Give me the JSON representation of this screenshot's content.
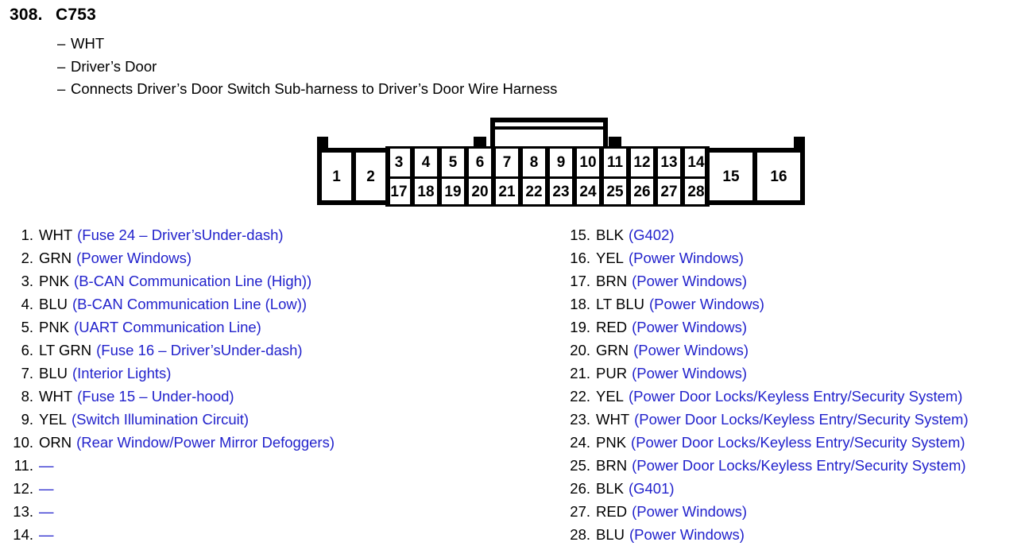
{
  "header": {
    "number": "308.",
    "code": "C753",
    "bullets": [
      "WHT",
      "Driver’s Door",
      "Connects Driver’s Door Switch Sub-harness to Driver’s Door Wire Harness"
    ],
    "dash": "–"
  },
  "connector": {
    "top_row_labels": [
      "3",
      "4",
      "5",
      "6",
      "7",
      "8",
      "9",
      "10",
      "11",
      "12",
      "13",
      "14"
    ],
    "bottom_row_labels": [
      "17",
      "18",
      "19",
      "20",
      "21",
      "22",
      "23",
      "24",
      "25",
      "26",
      "27",
      "28"
    ],
    "left_tall_labels": [
      "1",
      "2"
    ],
    "right_tall_labels": [
      "15",
      "16"
    ],
    "tab_over_pins": [
      "6",
      "11"
    ],
    "latch_spans_pins": [
      "7",
      "8",
      "9",
      "10"
    ],
    "outline_color": "#000000",
    "fill_color": "#ffffff"
  },
  "pins": {
    "left_column": [
      {
        "index": "1.",
        "color": "WHT",
        "desc": "(Fuse 24 – Driver’sUnder-dash)"
      },
      {
        "index": "2.",
        "color": "GRN",
        "desc": "(Power Windows)"
      },
      {
        "index": "3.",
        "color": "PNK",
        "desc": "(B-CAN Communication Line (High))"
      },
      {
        "index": "4.",
        "color": "BLU",
        "desc": "(B-CAN Communication Line (Low))"
      },
      {
        "index": "5.",
        "color": "PNK",
        "desc": "(UART Communication Line)"
      },
      {
        "index": "6.",
        "color": "LT GRN",
        "desc": "(Fuse 16 – Driver’sUnder-dash)"
      },
      {
        "index": "7.",
        "color": "BLU",
        "desc": "(Interior Lights)"
      },
      {
        "index": "8.",
        "color": "WHT",
        "desc": "(Fuse 15 – Under-hood)"
      },
      {
        "index": "9.",
        "color": "YEL",
        "desc": "(Switch Illumination Circuit)"
      },
      {
        "index": "10.",
        "color": "ORN",
        "desc": "(Rear Window/Power Mirror Defoggers)"
      },
      {
        "index": "11.",
        "color": "",
        "desc": "—"
      },
      {
        "index": "12.",
        "color": "",
        "desc": "—"
      },
      {
        "index": "13.",
        "color": "",
        "desc": "—"
      },
      {
        "index": "14.",
        "color": "",
        "desc": "—"
      }
    ],
    "right_column": [
      {
        "index": "15.",
        "color": "BLK",
        "desc": "(G402)"
      },
      {
        "index": "16.",
        "color": "YEL",
        "desc": "(Power Windows)"
      },
      {
        "index": "17.",
        "color": "BRN",
        "desc": "(Power Windows)"
      },
      {
        "index": "18.",
        "color": "LT BLU",
        "desc": "(Power Windows)"
      },
      {
        "index": "19.",
        "color": "RED",
        "desc": "(Power Windows)"
      },
      {
        "index": "20.",
        "color": "GRN",
        "desc": "(Power Windows)"
      },
      {
        "index": "21.",
        "color": "PUR",
        "desc": "(Power Windows)"
      },
      {
        "index": "22.",
        "color": "YEL",
        "desc": "(Power Door Locks/Keyless Entry/Security System)"
      },
      {
        "index": "23.",
        "color": "WHT",
        "desc": "(Power Door Locks/Keyless Entry/Security System)"
      },
      {
        "index": "24.",
        "color": "PNK",
        "desc": "(Power Door Locks/Keyless Entry/Security System)"
      },
      {
        "index": "25.",
        "color": "BRN",
        "desc": "(Power Door Locks/Keyless Entry/Security System)"
      },
      {
        "index": "26.",
        "color": "BLK",
        "desc": "(G401)"
      },
      {
        "index": "27.",
        "color": "RED",
        "desc": "(Power Windows)"
      },
      {
        "index": "28.",
        "color": "BLU",
        "desc": "(Power Windows)"
      }
    ]
  },
  "colors": {
    "text": "#000000",
    "description": "#2222cc",
    "background": "#ffffff"
  }
}
